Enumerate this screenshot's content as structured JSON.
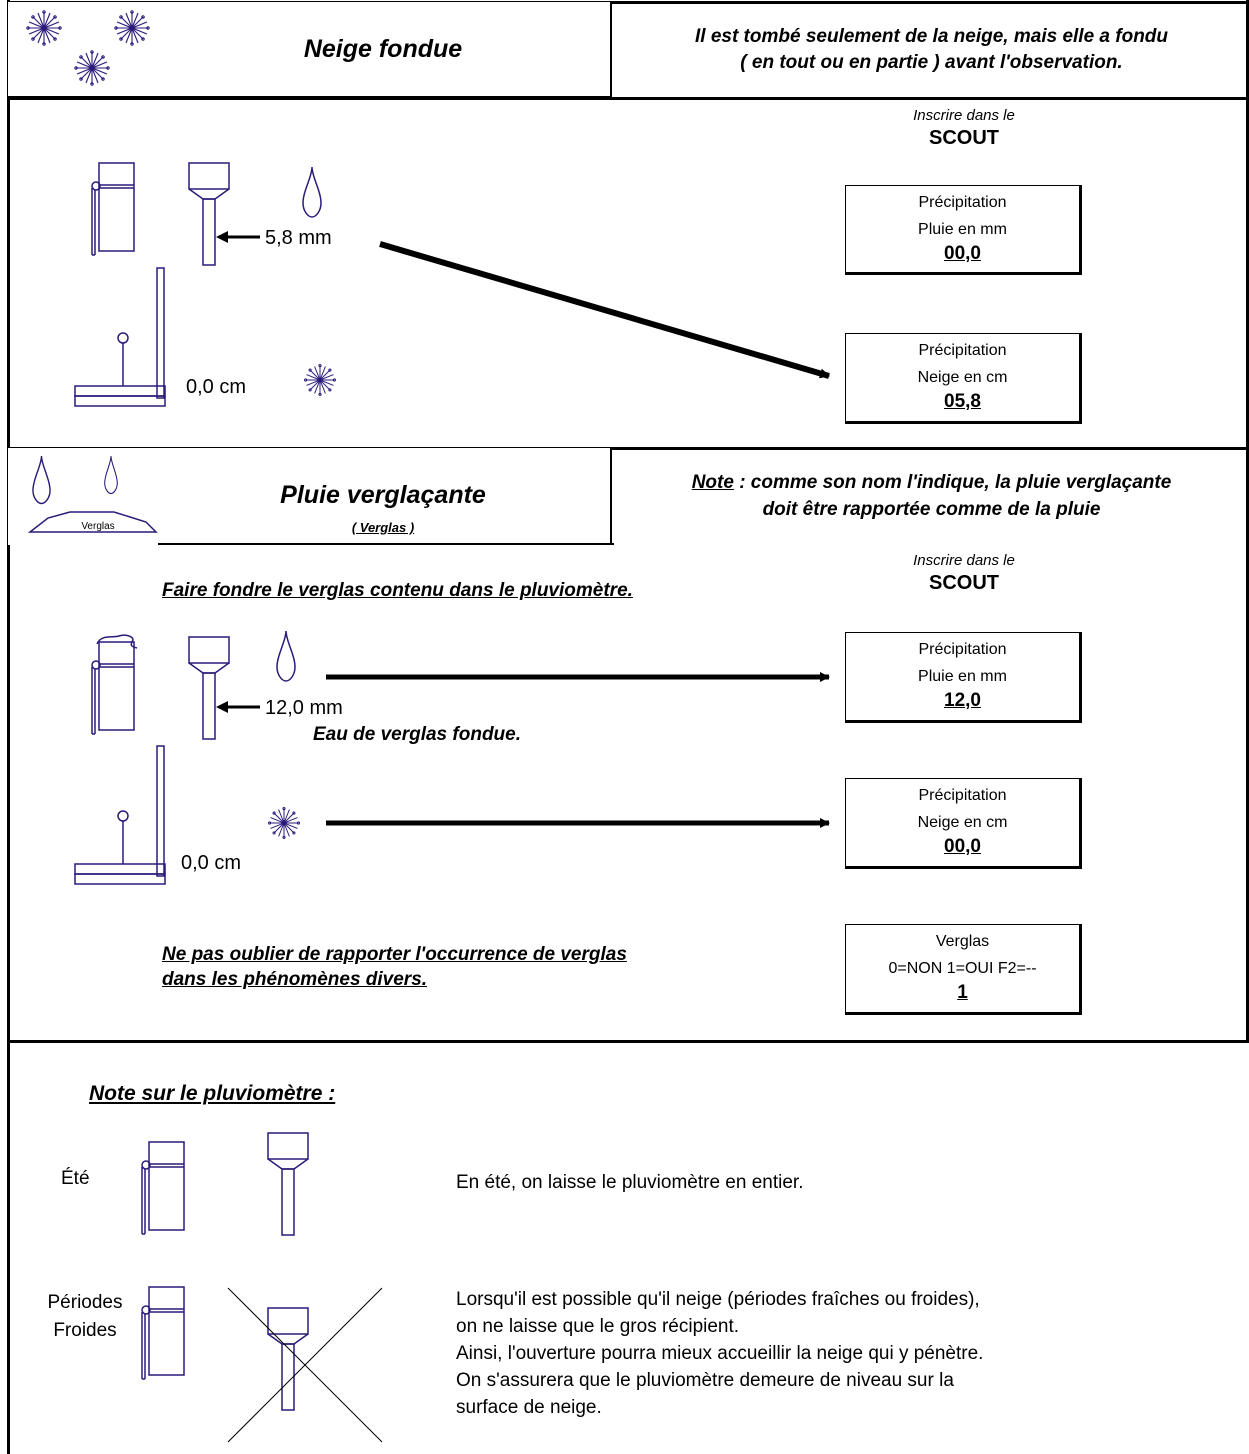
{
  "section1": {
    "title": "Neige fondue",
    "description_line1": "Il est tombé seulement de la neige, mais elle a fondu",
    "description_line2": "( en tout ou en partie ) avant l'observation.",
    "inscribe_line1": "Inscrire dans le",
    "inscribe_line2": "SCOUT",
    "rain_reading": "5,8 mm",
    "snow_reading": "0,0 cm",
    "box_rain": {
      "label1": "Précipitation",
      "label2": "Pluie en mm",
      "value": "00,0"
    },
    "box_snow": {
      "label1": "Précipitation",
      "label2": "Neige en cm",
      "value": "05,8"
    }
  },
  "section2": {
    "title": "Pluie verglaçante",
    "subtitle": "( Verglas )",
    "icon_label": "Verglas",
    "note_prefix": "Note",
    "note_line1": " : comme son nom l'indique, la pluie verglaçante",
    "note_line2": "doit être rapportée comme de la pluie",
    "inscribe_line1": "Inscrire dans le",
    "inscribe_line2": "SCOUT",
    "instruction": "Faire fondre le verglas contenu dans le pluviomètre.",
    "rain_reading": "12,0 mm",
    "melt_note": "Eau de verglas fondue.",
    "snow_reading": "0,0 cm",
    "reminder_line1": "Ne pas oublier de rapporter l'occurrence de verglas",
    "reminder_line2": "dans les phénomènes divers.",
    "box_rain": {
      "label1": "Précipitation",
      "label2": "Pluie en mm",
      "value": "12,0"
    },
    "box_snow": {
      "label1": "Précipitation",
      "label2": "Neige en cm",
      "value": "00,0"
    },
    "box_verglas": {
      "label1": "Verglas",
      "label2": "0=NON  1=OUI  F2=--",
      "value": "1"
    }
  },
  "section3": {
    "title": "Note sur le pluviomètre :",
    "summer_label": "Été",
    "summer_text": "En été, on laisse le pluviomètre en entier.",
    "cold_label_line1": "Périodes",
    "cold_label_line2": "Froides",
    "cold_text": [
      "Lorsqu'il est possible qu'il neige (périodes fraîches ou froides),",
      "on ne laisse que le gros récipient.",
      "Ainsi, l'ouverture pourra mieux accueillir la neige qui y pénètre.",
      "On s'assurera que le pluviomètre demeure de niveau sur la",
      "surface de neige."
    ]
  },
  "colors": {
    "ink": "#000000",
    "icon": "#2b1a7a"
  }
}
